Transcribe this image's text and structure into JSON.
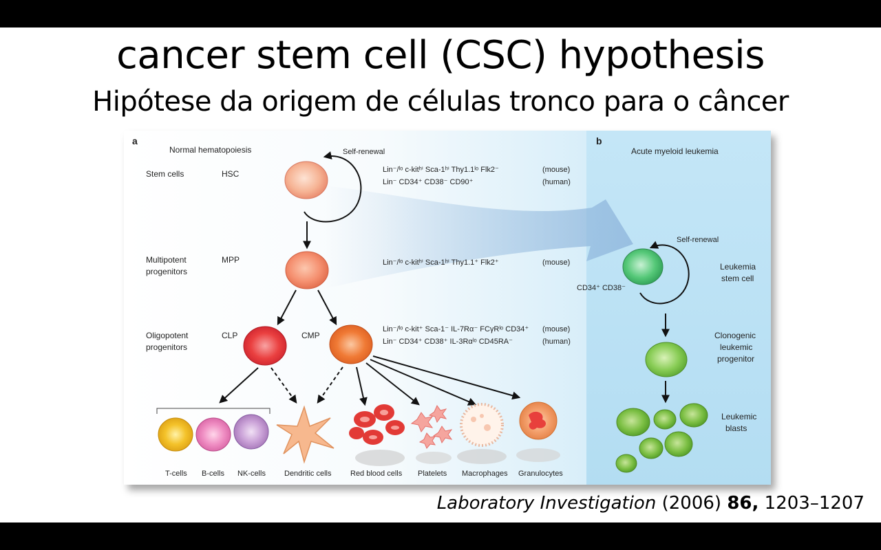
{
  "slide": {
    "title": "cancer stem cell (CSC) hypothesis",
    "subtitle": "Hipótese da origem de células tronco para o câncer",
    "citation": {
      "journal": "Laboratory Investigation",
      "year": "(2006)",
      "volume": "86,",
      "pages": "1203–1207"
    }
  },
  "figure": {
    "panel_a": {
      "letter": "a",
      "title": "Normal hematopoiesis",
      "self_renewal": "Self-renewal",
      "rows": [
        {
          "stage": "Stem cells",
          "abbr": "HSC"
        },
        {
          "stage_line1": "Multipotent",
          "stage_line2": "progenitors",
          "abbr": "MPP"
        },
        {
          "stage_line1": "Oligopotent",
          "stage_line2": "progenitors",
          "abbr_left": "CLP",
          "abbr_right": "CMP"
        }
      ],
      "markers": {
        "hsc_mouse": "Lin⁻/ˡᵒ c-kitʰⁱ Sca-1ʰⁱ Thy1.1ˡᵒ Flk2⁻",
        "hsc_human": "Lin⁻ CD34⁺ CD38⁻ CD90⁺",
        "mpp_mouse": "Lin⁻/ˡᵒ c-kitʰⁱ Sca-1ʰⁱ Thy1.1⁺ Flk2⁺",
        "cmp_mouse": "Lin⁻/ˡᵒ c-kit⁺ Sca-1⁻ IL-7Rα⁻ FCγRˡᵒ CD34⁺",
        "cmp_human": "Lin⁻ CD34⁺ CD38⁺ IL-3Rαˡᵒ CD45RA⁻",
        "mouse": "(mouse)",
        "human": "(human)"
      },
      "terminal_cells": [
        "T-cells",
        "B-cells",
        "NK-cells",
        "Dendritic cells",
        "Red blood cells",
        "Platelets",
        "Macrophages",
        "Granulocytes"
      ]
    },
    "panel_b": {
      "letter": "b",
      "title": "Acute myeloid leukemia",
      "self_renewal": "Self-renewal",
      "marker": "CD34⁺ CD38⁻",
      "lsc_line1": "Leukemia",
      "lsc_line2": "stem cell",
      "clp_line1": "Clonogenic",
      "clp_line2": "leukemic",
      "clp_line3": "progenitor",
      "blast_line1": "Leukemic",
      "blast_line2": "blasts"
    }
  },
  "colors": {
    "panel_b_bg": "#bfe3f5",
    "arrow_band": "#8fb6dc",
    "hsc_cell": "#f6b495",
    "mpp_cell": "#f59070",
    "clp_cell": "#ea4040",
    "cmp_cell": "#f07a35",
    "leukemia_cell": "#55c878"
  }
}
